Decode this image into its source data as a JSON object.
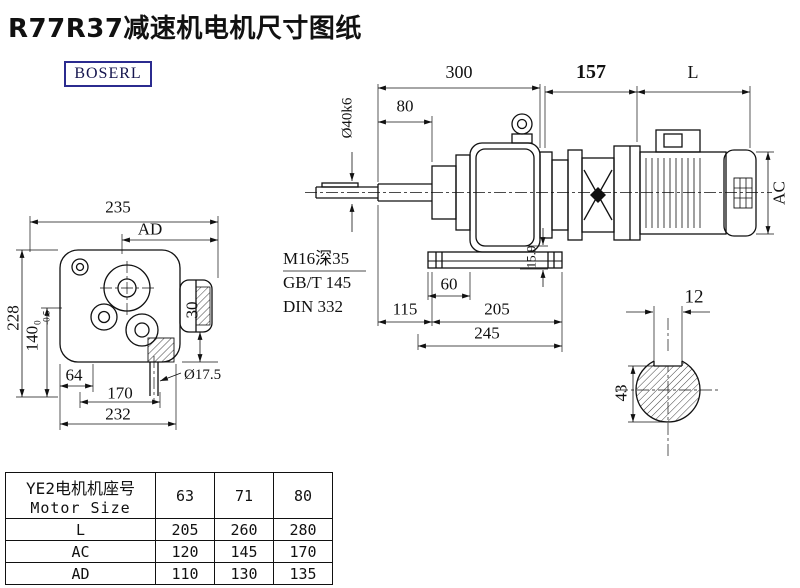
{
  "colors": {
    "line": "#111111",
    "logo_border": "#2b2b8f",
    "background": "#ffffff"
  },
  "title": "R77R37减速机电机尺寸图纸",
  "logo": "BOSERL",
  "front_view": {
    "dim_235": "235",
    "dim_ad": "AD",
    "dim_228": "228",
    "dim_140": "140",
    "dim_140_tol_upper": "0",
    "dim_140_tol_lower": "-0.5",
    "dim_64": "64",
    "dim_30": "30",
    "dim_dia17_5": "Ø17.5",
    "dim_170": "170",
    "dim_232": "232"
  },
  "side_view": {
    "dim_300": "300",
    "dim_157": "157",
    "dim_l": "L",
    "dim_80": "80",
    "dim_shaft_dia": "Ø40k6",
    "thread_note_1": "M16深35",
    "thread_note_2": "GB/T 145",
    "thread_note_3": "DIN 332",
    "dim_15_9": "15.9",
    "dim_60": "60",
    "dim_115": "115",
    "dim_205": "205",
    "dim_245": "245",
    "dim_ac": "AC"
  },
  "section_view": {
    "dim_12": "12",
    "dim_43": "43"
  },
  "table": {
    "header_cn": "YE2电机机座号",
    "header_en": "Motor Size",
    "sizes": [
      "63",
      "71",
      "80"
    ],
    "rows": [
      {
        "label": "L",
        "values": [
          "205",
          "260",
          "280"
        ]
      },
      {
        "label": "AC",
        "values": [
          "120",
          "145",
          "170"
        ]
      },
      {
        "label": "AD",
        "values": [
          "110",
          "130",
          "135"
        ]
      }
    ]
  }
}
